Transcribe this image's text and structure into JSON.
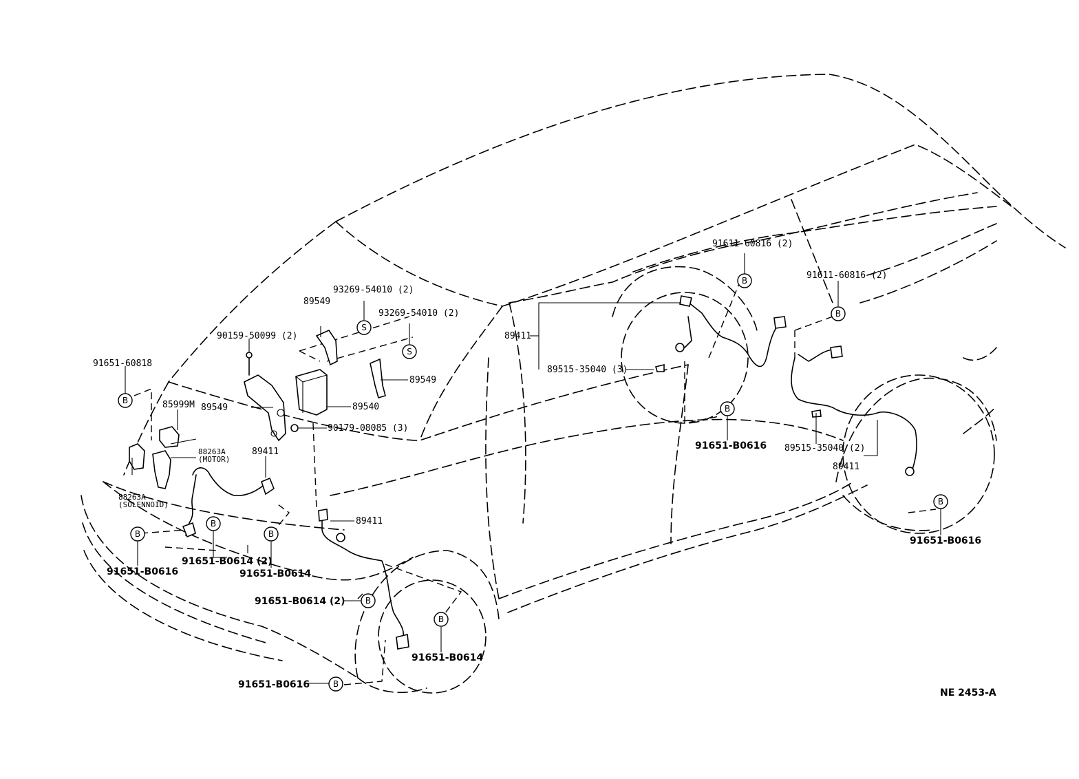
{
  "labels": {
    "l_91651_60818": "91651-60818",
    "l_85999m": "85999M",
    "l_88263a_motor_1": "88263A",
    "l_88263a_motor_2": "(MOTOR)",
    "l_88263a_sol_1": "88263A",
    "l_88263a_sol_2": "(SOLENNOID)",
    "l_90159": "90159-50099 (2)",
    "l_89549_a": "89549",
    "l_89549_b": "89549",
    "l_89549_c": "89549",
    "l_93269_a": "93269-54010 (2)",
    "l_93269_b": "93269-54010 (2)",
    "l_89540": "89540",
    "l_90179": "90179-08085 (3)",
    "l_89411_a": "89411",
    "l_89411_b": "89411",
    "l_89411_c": "89411",
    "l_89411_d": "89411",
    "l_89515_a": "89515-35040 (3)",
    "l_89515_b": "89515-35040 (2)",
    "l_91611_a": "91611-60816 (2)",
    "l_91611_b": "91611-60816 (2)",
    "l_b0616_a": "91651-B0616",
    "l_b0616_b": "91651-B0616",
    "l_b0616_c": "91651-B0616",
    "l_b0616_d": "91651-B0616",
    "l_b0614_a": "91651-B0614 (2)",
    "l_b0614_b": "91651-B0614",
    "l_b0614_c": "91651-B0614 (2)",
    "l_b0614_d": "91651-B0614",
    "figure_id": "NE  2453-A"
  },
  "symbols": {
    "bolt": "B",
    "screw": "S"
  }
}
